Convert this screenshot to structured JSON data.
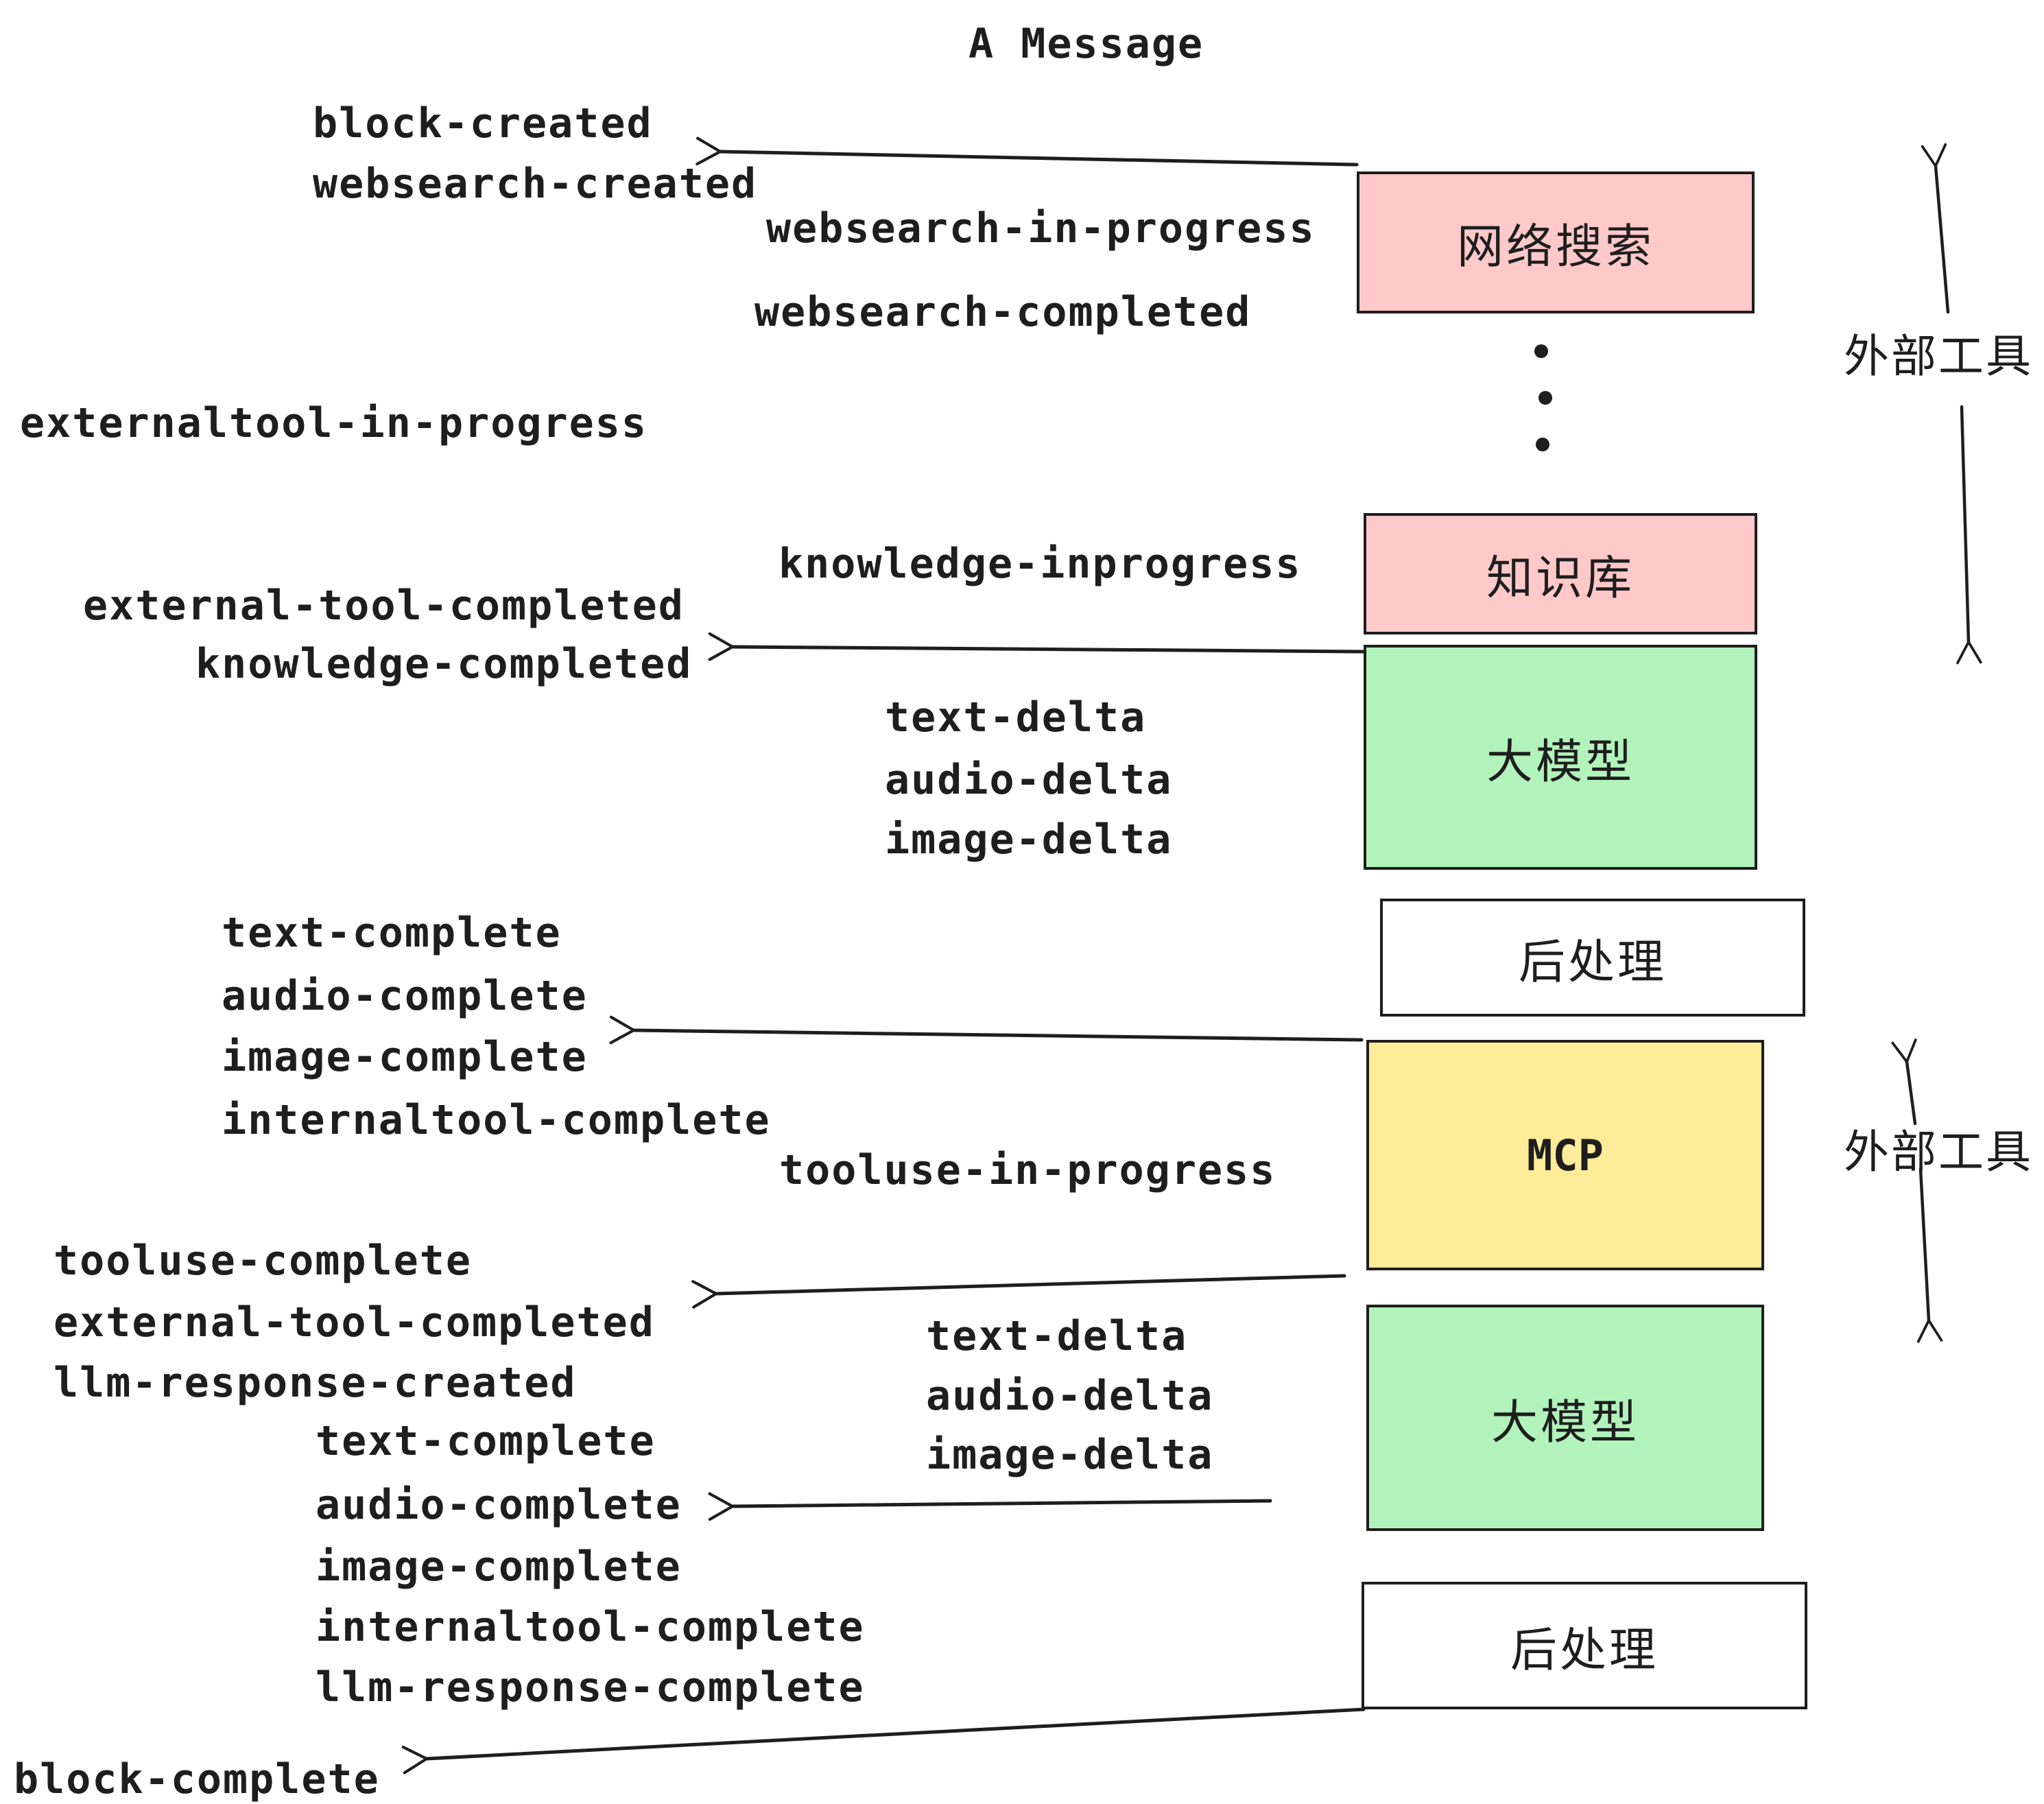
{
  "title": "A Message",
  "colors": {
    "stroke": "#1e1e1e",
    "pink": "#ffc9c9",
    "green": "#b2f2bb",
    "yellow": "#ffec99",
    "white": "#ffffff",
    "background": "#ffffff"
  },
  "events": {
    "block_created": "block-created",
    "websearch_created": "websearch-created",
    "websearch_in_progress": "websearch-in-progress",
    "websearch_completed": "websearch-completed",
    "externaltool_in_progress": "externaltool-in-progress",
    "knowledge_inprogress": "knowledge-inprogress",
    "external_tool_completed": "external-tool-completed",
    "knowledge_completed": "knowledge-completed",
    "text_delta_1": "text-delta",
    "audio_delta_1": "audio-delta",
    "image_delta_1": "image-delta",
    "text_complete_1": "text-complete",
    "audio_complete_1": "audio-complete",
    "image_complete_1": "image-complete",
    "internaltool_complete_1": "internaltool-complete",
    "tooluse_in_progress": "tooluse-in-progress",
    "tooluse_complete": "tooluse-complete",
    "external_tool_completed_2": "external-tool-completed",
    "llm_response_created": "llm-response-created",
    "text_delta_2": "text-delta",
    "audio_delta_2": "audio-delta",
    "image_delta_2": "image-delta",
    "text_complete_2": "text-complete",
    "audio_complete_2": "audio-complete",
    "image_complete_2": "image-complete",
    "internaltool_complete_2": "internaltool-complete",
    "llm_response_complete": "llm-response-complete",
    "block_complete": "block-complete"
  },
  "boxes": {
    "websearch": {
      "label": "网络搜索",
      "fill": "#ffc9c9"
    },
    "knowledge": {
      "label": "知识库",
      "fill": "#ffc9c9"
    },
    "llm_top": {
      "label": "大模型",
      "fill": "#b2f2bb"
    },
    "post_top": {
      "label": "后处理",
      "fill": "#ffffff"
    },
    "mcp": {
      "label": "MCP",
      "fill": "#ffec99"
    },
    "llm_bottom": {
      "label": "大模型",
      "fill": "#b2f2bb"
    },
    "post_bottom": {
      "label": "后处理",
      "fill": "#ffffff"
    }
  },
  "side_labels": {
    "external_tools_top": "外部工具",
    "external_tools_bottom": "外部工具"
  },
  "icons": {
    "left_arrow": "←",
    "up_arrow": "↑",
    "down_arrow": "↓",
    "vertical_ellipsis": "⋮"
  }
}
